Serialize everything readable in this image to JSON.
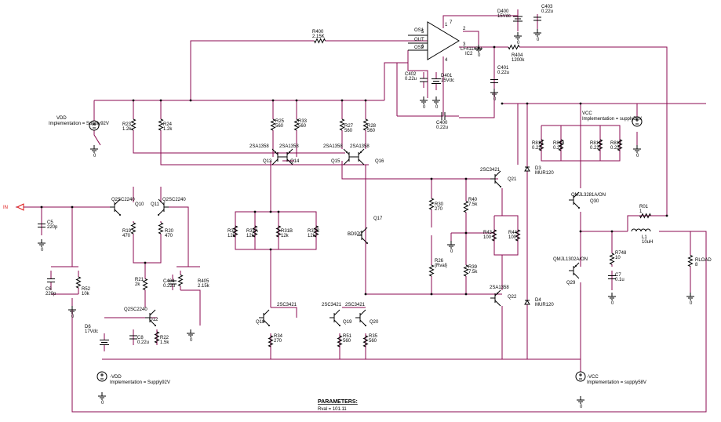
{
  "input": {
    "label": "IN",
    "color": "#d11111"
  },
  "wire_color": "#8b0a50",
  "opamp": {
    "ref": "IC2",
    "part": "LF411/ON",
    "pins": [
      "OS1",
      "OUT",
      "OS2"
    ]
  },
  "parameters": {
    "title": "PARAMETERS:",
    "value": "Rval = 101.11"
  },
  "sources": [
    {
      "key": "vdd",
      "name": "VDD",
      "impl": "Implementation = Supply92V"
    },
    {
      "key": "neg_vdd",
      "name": "-VDD",
      "impl": "Implementation = Supply92V"
    },
    {
      "key": "vcc",
      "name": "VCC",
      "impl": "Implementation = supply58V"
    },
    {
      "key": "neg_vcc",
      "name": "-VCC",
      "impl": "Implementation = supply58V"
    }
  ],
  "components": {
    "r400": [
      "R400",
      "2.15K"
    ],
    "r404": [
      "R404",
      "1200k"
    ],
    "d400": [
      "D400",
      "15Vdc"
    ],
    "c403": [
      "C403",
      "0.22u"
    ],
    "c402": [
      "C402",
      "0.22u"
    ],
    "d401": [
      "D401",
      "15Vdc"
    ],
    "c401": [
      "C401",
      "0.22u"
    ],
    "c400": [
      "C400",
      "0.22u"
    ],
    "r23": [
      "R23",
      "1.2k"
    ],
    "r24": [
      "R24",
      "1.2k"
    ],
    "r25": [
      "R25",
      "560"
    ],
    "r33": [
      "R33",
      "560"
    ],
    "r27": [
      "R27",
      "560"
    ],
    "r28": [
      "R28",
      "560"
    ],
    "q13": [
      "2SA1358",
      "Q13"
    ],
    "q14": [
      "2SA1358",
      "Q14"
    ],
    "q15": [
      "2SA1358",
      "Q15"
    ],
    "q16": [
      "2SA1358",
      "Q16"
    ],
    "q10": [
      "Q2SC2240",
      "Q10"
    ],
    "q11": [
      "Q11",
      "Q2SC2240"
    ],
    "c5": [
      "C5",
      "220p"
    ],
    "r19": [
      "R19",
      "470"
    ],
    "r20": [
      "R20",
      "470"
    ],
    "r31": [
      "R31",
      "12k"
    ],
    "r31a": [
      "R31A",
      "12k"
    ],
    "r31b": [
      "R31B",
      "12k"
    ],
    "r31c": [
      "R31C",
      "12k"
    ],
    "q17": [
      "Q17",
      "BD979"
    ],
    "r21": [
      "R21",
      "2k"
    ],
    "c404": [
      "C404",
      "0.22u"
    ],
    "r405": [
      "R405",
      "2.15k"
    ],
    "c6": [
      "C6",
      "220p"
    ],
    "r52": [
      "R52",
      "10k"
    ],
    "q12": [
      "Q2SC2240",
      "Q12"
    ],
    "d6": [
      "D6",
      "17Vdc"
    ],
    "c8": [
      "C8",
      "0.22u"
    ],
    "r22": [
      "R22",
      "1.5k"
    ],
    "q18": [
      "2SC3421",
      "Q18"
    ],
    "q19": [
      "2SC3421",
      "Q19"
    ],
    "q20": [
      "2SC3421",
      "Q20"
    ],
    "r34": [
      "R34",
      "270"
    ],
    "r51": [
      "R51",
      "560"
    ],
    "r35": [
      "R35",
      "560"
    ],
    "r30": [
      "R30",
      "270"
    ],
    "r26": [
      "R26",
      "{Rval}"
    ],
    "r40": [
      "R40",
      "7.5k"
    ],
    "r39": [
      "R39",
      "7.5k"
    ],
    "r43": [
      "R43",
      "100"
    ],
    "r44": [
      "R44",
      "100"
    ],
    "q21": [
      "2SC3421",
      "Q21"
    ],
    "q22": [
      "2SA1358",
      "Q22"
    ],
    "d3": [
      "D3",
      "MUR120"
    ],
    "d4": [
      "D4",
      "MUR120"
    ],
    "r810": [
      "R810",
      "0.22"
    ],
    "r818": [
      "R818",
      "0.22"
    ],
    "r81c": [
      "R81C",
      "0.22"
    ],
    "r817": [
      "R817",
      "0.22"
    ],
    "q30": [
      "Q30",
      "QMJL3281A/ON"
    ],
    "q29": [
      "QMJL1302A/ON",
      "Q29"
    ],
    "r01": [
      "R01",
      "1"
    ],
    "l1": [
      "L1",
      "10uH"
    ],
    "r748": [
      "R748",
      "10"
    ],
    "c7": [
      "C7",
      "0.1u"
    ],
    "rload": [
      "RLOAD",
      "8"
    ]
  },
  "ground_label": "0",
  "pin_numbers": [
    "1",
    "2",
    "3",
    "4",
    "5",
    "6",
    "7"
  ]
}
